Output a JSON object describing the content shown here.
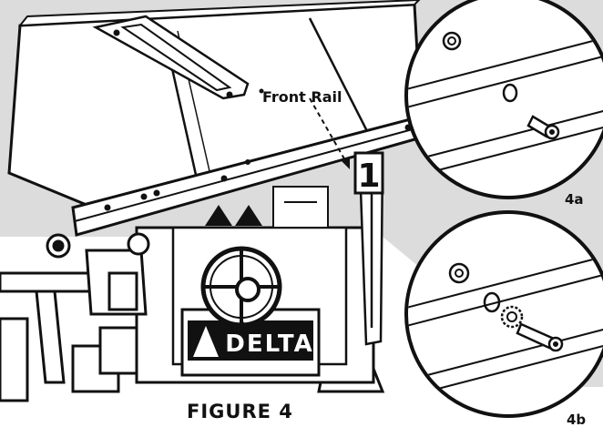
{
  "labels": {
    "front_rail": "Front Rail",
    "step_number": "1",
    "detail_a": "4a",
    "detail_b": "4b",
    "brand": "DELTA"
  },
  "caption": "FIGURE 4",
  "colors": {
    "ink": "#111111",
    "panel_gray": "#d9d9d9",
    "background": "#ffffff"
  },
  "icons": {
    "warning": "warning-triangle-icon"
  }
}
